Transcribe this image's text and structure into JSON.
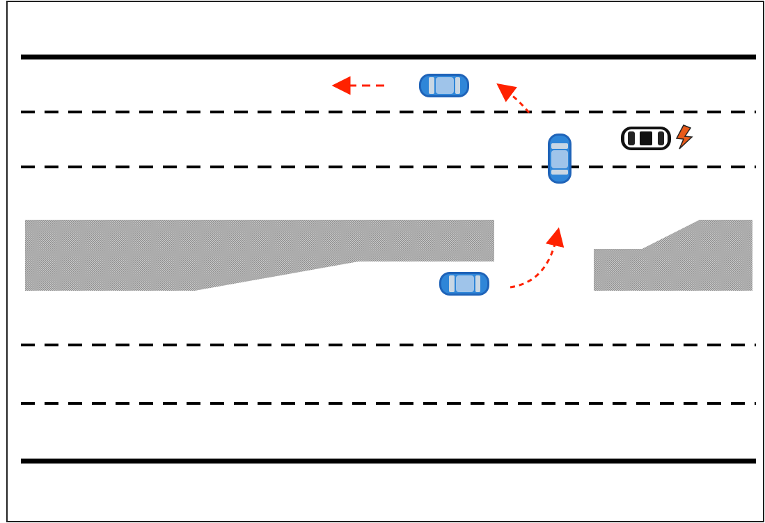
{
  "diagram": {
    "kind": "traffic-scenario",
    "road": {
      "lanes_upper": 2,
      "lanes_lower": 2,
      "median": "crossover gap"
    },
    "vehicles": [
      {
        "id": "blue-car-upper-lane",
        "type": "car",
        "color": "#1f6fc4",
        "heading": "left"
      },
      {
        "id": "blue-car-changing-lane",
        "type": "car",
        "color": "#1f6fc4",
        "heading": "up"
      },
      {
        "id": "blue-car-lower-road",
        "type": "car",
        "color": "#1f6fc4",
        "heading": "right"
      },
      {
        "id": "black-car-broken-down",
        "type": "car",
        "color": "#111111",
        "heading": "left",
        "status": "breakdown"
      }
    ],
    "colors": {
      "road_line": "#000000",
      "median_hatch": "#a9a9a9",
      "arrow": "#ff2200",
      "hazard": "#e85a1a"
    }
  }
}
